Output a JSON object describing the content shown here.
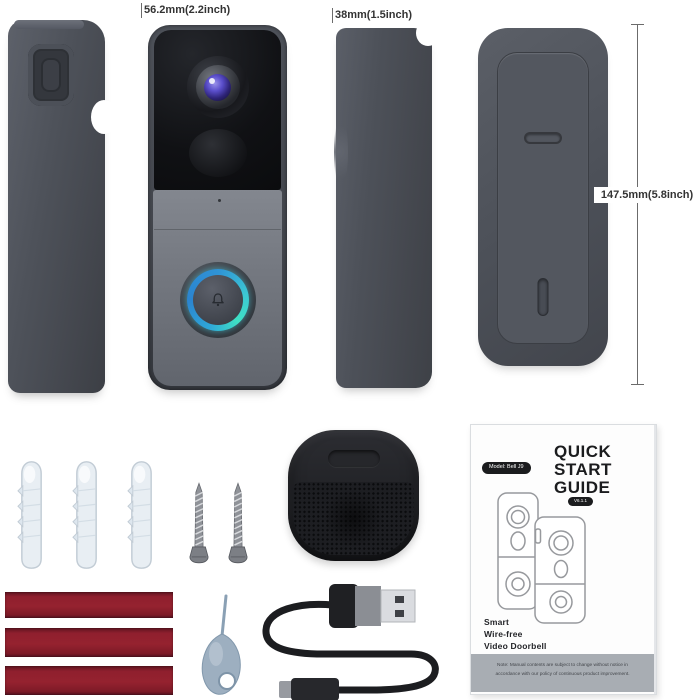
{
  "annotations": {
    "width_label": "56.2mm(2.2inch)",
    "depth_label": "38mm(1.5inch)",
    "height_label": "147.5mm(5.8inch)"
  },
  "guide": {
    "model_badge": "Model: Bell J9",
    "title_lines": [
      "QUICK",
      "START",
      "GUIDE"
    ],
    "version_badge": "V6.1.1",
    "product_lines": [
      "Smart",
      "Wire-free",
      "Video Doorbell"
    ],
    "footer_note": "Note: Manual contents are subject to change without notice in accordance with our policy of continuous product improvement."
  },
  "colors": {
    "device_body_gray": "#4c5058",
    "glass_panel_black": "#101114",
    "lens_blue": "#5a4ecb",
    "led_ring_cyan": "#3cc8d4",
    "adhesive_red": "#8f1f2e",
    "anchor_white": "#e8eef3",
    "chime_black": "#232428",
    "pin_tool_blue_gray": "#9dafc0",
    "guide_footer_gray": "#a8adb3"
  },
  "icons": {
    "bell_icon": "doorbell button bell glyph"
  }
}
